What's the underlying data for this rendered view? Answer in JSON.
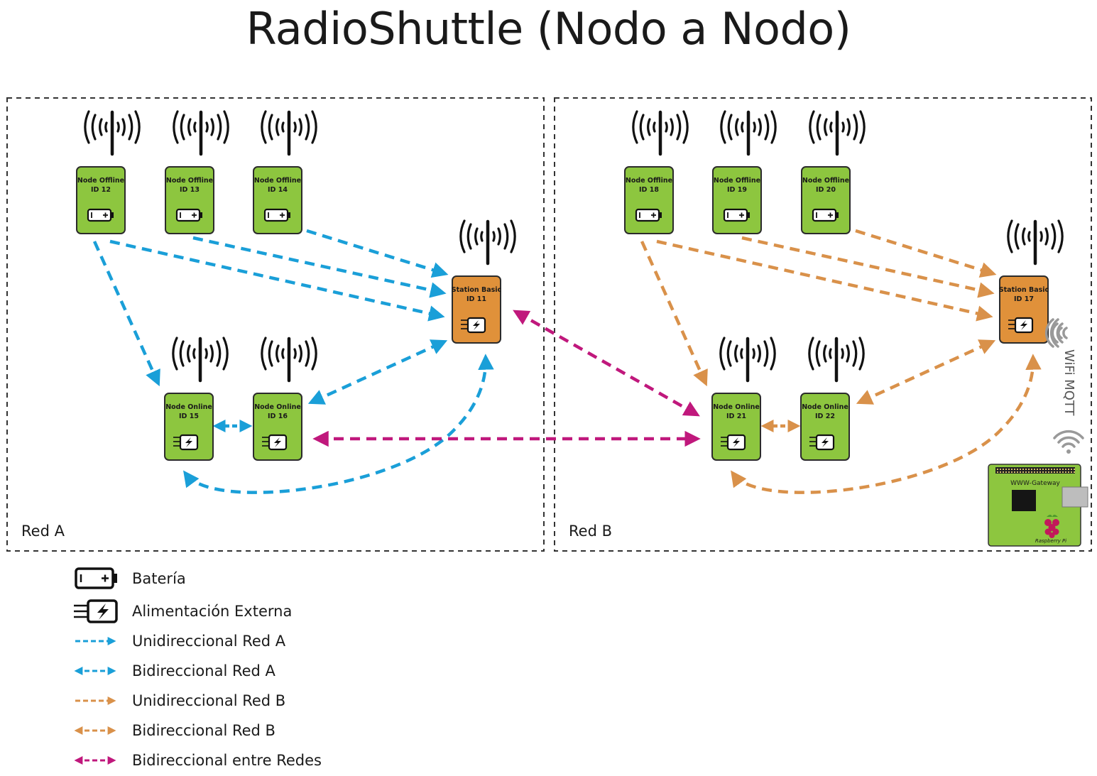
{
  "title": "RadioShuttle (Nodo a Nodo)",
  "colors": {
    "green": "#8dc63f",
    "orange": "#e0913a",
    "blue": "#1a9fd8",
    "tan": "#d9914a",
    "magenta": "#c0187c"
  },
  "networks": [
    {
      "id": "A",
      "label": "Red A"
    },
    {
      "id": "B",
      "label": "Red B"
    }
  ],
  "nodes": [
    {
      "id": "n12",
      "line1": "Node Offline",
      "line2": "ID 12",
      "kind": "battery"
    },
    {
      "id": "n13",
      "line1": "Node Offline",
      "line2": "ID 13",
      "kind": "battery"
    },
    {
      "id": "n14",
      "line1": "Node Offline",
      "line2": "ID 14",
      "kind": "battery"
    },
    {
      "id": "n11",
      "line1": "Station Basic",
      "line2": "ID 11",
      "kind": "station"
    },
    {
      "id": "n15",
      "line1": "Node Online",
      "line2": "ID 15",
      "kind": "power"
    },
    {
      "id": "n16",
      "line1": "Node Online",
      "line2": "ID 16",
      "kind": "power"
    },
    {
      "id": "n18",
      "line1": "Node Offline",
      "line2": "ID 18",
      "kind": "battery"
    },
    {
      "id": "n19",
      "line1": "Node Offline",
      "line2": "ID 19",
      "kind": "battery"
    },
    {
      "id": "n20",
      "line1": "Node Offline",
      "line2": "ID 20",
      "kind": "battery"
    },
    {
      "id": "n17",
      "line1": "Station Basic",
      "line2": "ID 17",
      "kind": "station"
    },
    {
      "id": "n21",
      "line1": "Node Online",
      "line2": "ID 21",
      "kind": "power"
    },
    {
      "id": "n22",
      "line1": "Node Online",
      "line2": "ID 22",
      "kind": "power"
    }
  ],
  "gateway": {
    "label": "WWW-Gateway",
    "sublabel": "Raspberry Pi",
    "link_label": "WiFi MQTT"
  },
  "legend": [
    {
      "icon": "battery-icon",
      "label": "Batería"
    },
    {
      "icon": "external-power-icon",
      "label": "Alimentación Externa"
    },
    {
      "icon": "arrow-uni-blue",
      "label": "Unidireccional Red A"
    },
    {
      "icon": "arrow-bi-blue",
      "label": "Bidireccional Red A"
    },
    {
      "icon": "arrow-uni-tan",
      "label": "Unidireccional Red B"
    },
    {
      "icon": "arrow-bi-tan",
      "label": "Bidireccional Red B"
    },
    {
      "icon": "arrow-bi-magenta",
      "label": "Bidireccional entre Redes"
    }
  ]
}
